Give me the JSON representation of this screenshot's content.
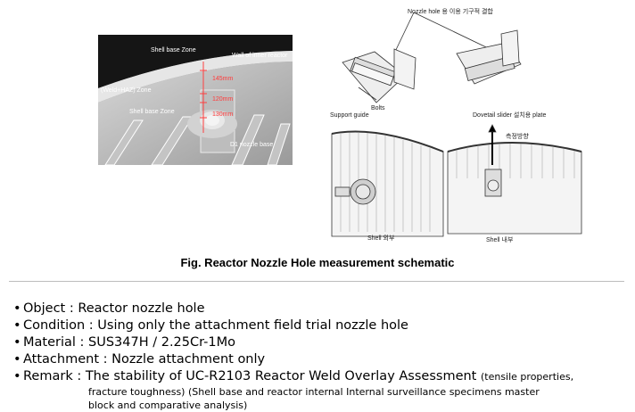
{
  "photo": {
    "labels": {
      "shell_base_top": "Shell base Zone",
      "wall": "Wall of inner reactor",
      "weld_haz": "(Weld+HAZ) Zone",
      "shell_base_bottom": "Shell base Zone",
      "d1": "D1 nozzle base",
      "dim1": "145mm",
      "dim2": "120mm",
      "dim3": "130mm"
    }
  },
  "drawings": {
    "labels": {
      "nozzle_top": "Nozzle hole 용 이용 기구적 결합",
      "bolts": "Bolts",
      "support_guide": "Support guide",
      "dovetail": "Dovetail slider 설치용 plate",
      "measure_dir": "측정방향",
      "shell_out": "Shell 외부",
      "shell_in": "Shell 내부"
    }
  },
  "caption": "Fig. Reactor Nozzle Hole measurement schematic",
  "bullet_char": "•",
  "bullets": {
    "object": "Object : Reactor nozzle hole",
    "condition": "Condition : Using only the attachment field trial nozzle hole",
    "material": "Material : SUS347H / 2.25Cr-1Mo",
    "attachment": "Attachment : Nozzle attachment only",
    "remark_main": "Remark : The stability of UC-R2103 Reactor Weld Overlay Assessment ",
    "remark_small1": "(tensile properties,",
    "remark_line2": "fracture toughness) (Shell base and reactor internal Internal surveillance specimens master",
    "remark_line3": "block and comparative analysis)"
  }
}
